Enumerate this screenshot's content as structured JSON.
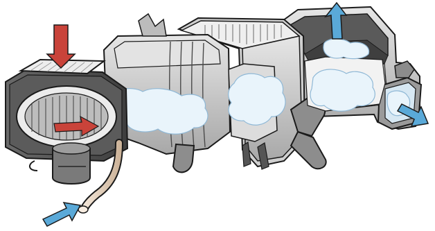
{
  "figure": {
    "labels": [],
    "colors": {
      "outline": "#1a1a1a",
      "housing_light": "#d9d9d9",
      "housing_mid": "#b9b9b9",
      "housing_dark": "#7c7c7c",
      "housing_darker": "#4d4d4d",
      "air_fill": "#e9f4fb",
      "air_shade": "#a9cce6",
      "arrow_red": "#c9433a",
      "arrow_blue": "#5aa9d8",
      "pipe": "#ecd9c6"
    },
    "components": [
      "blower-fan-unit",
      "air-inlet-filter",
      "pump-motor",
      "drain-hose",
      "evaporator-housing",
      "heater-core-block",
      "mixing-chamber",
      "outlet-duct"
    ]
  }
}
